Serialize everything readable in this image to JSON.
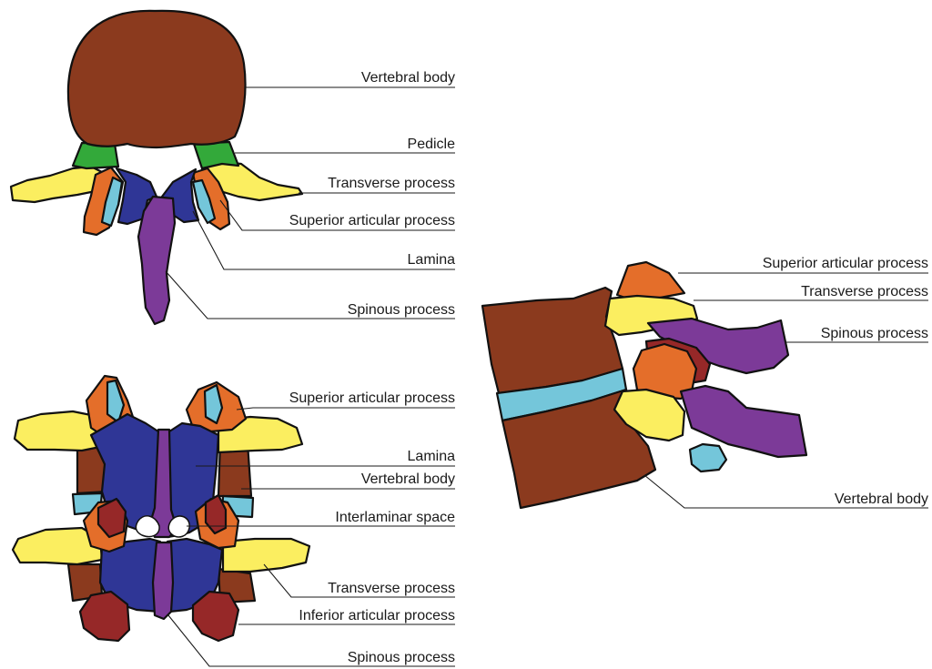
{
  "colors": {
    "vertebral_body": "#8B3A1E",
    "pedicle": "#33A93A",
    "transverse_process": "#FBEE60",
    "superior_articular_process": "#E46E2A",
    "articular_facet": "#74C6DA",
    "lamina": "#2F3696",
    "spinous_process": "#7C3A98",
    "inferior_articular_process": "#962828",
    "intervertebral_disc": "#74C6DA",
    "outline": "#111111"
  },
  "axial_view": {
    "labels": {
      "vertebral_body": "Vertebral body",
      "pedicle": "Pedicle",
      "transverse_process": "Transverse process",
      "superior_articular_process": "Superior articular process",
      "lamina": "Lamina",
      "spinous_process": "Spinous process"
    }
  },
  "posterior_view": {
    "labels": {
      "superior_articular_process": "Superior articular process",
      "lamina": "Lamina",
      "vertebral_body": "Vertebral body",
      "interlaminar_space": "Interlaminar space",
      "transverse_process": "Transverse process",
      "inferior_articular_process": "Inferior articular process",
      "spinous_process": "Spinous process"
    }
  },
  "lateral_view": {
    "labels": {
      "superior_articular_process": "Superior articular process",
      "transverse_process": "Transverse process",
      "spinous_process": "Spinous process",
      "vertebral_body": "Vertebral body"
    }
  }
}
